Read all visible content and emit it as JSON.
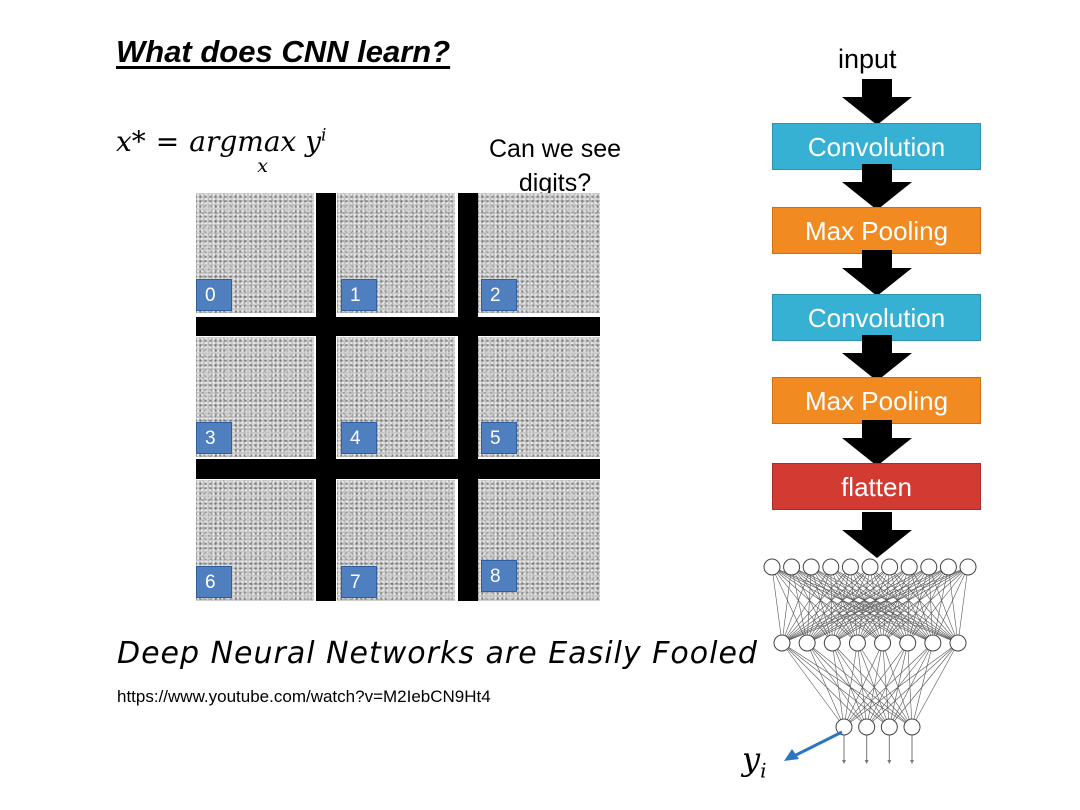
{
  "title": "What does CNN learn?",
  "formula": {
    "lhs": "x*",
    "op": "=",
    "argmax": "argmax",
    "subscript": "x",
    "rhs_var": "y",
    "rhs_sup": "i"
  },
  "question": "Can we see digits?",
  "digit_labels": [
    "0",
    "1",
    "2",
    "3",
    "4",
    "5",
    "6",
    "7",
    "8"
  ],
  "network": {
    "input_label": "input",
    "layers": [
      {
        "label": "Convolution",
        "kind": "conv",
        "color": "#37b1d3"
      },
      {
        "label": "Max Pooling",
        "kind": "pool",
        "color": "#f28a22"
      },
      {
        "label": "Convolution",
        "kind": "conv",
        "color": "#37b1d3"
      },
      {
        "label": "Max Pooling",
        "kind": "pool",
        "color": "#f28a22"
      },
      {
        "label": "flatten",
        "kind": "flat",
        "color": "#d23b32"
      }
    ],
    "output_var": "y",
    "output_sub": "i"
  },
  "caption": "Deep Neural Networks are Easily Fooled",
  "url": "https://www.youtube.com/watch?v=M2IebCN9Ht4",
  "colors": {
    "digit_box": "#4f7fbf",
    "arrow": "#000000",
    "pointer_arrow": "#2e75c0"
  }
}
